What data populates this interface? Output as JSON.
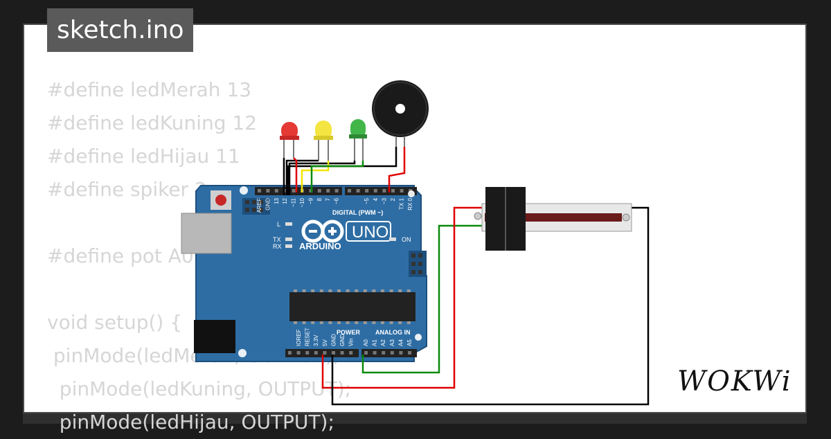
{
  "title": "sketch.ino",
  "code_lines": [
    "#define ledMerah 13",
    "#define ledKuning 12",
    "#define ledHijau 11",
    "#define spiker 2",
    "",
    "#define pot A0",
    "",
    "void setup() {",
    " pinMode(ledMerah, OUTPUT);",
    "  pinMode(ledKuning, OUTPUT);",
    "  pinMode(ledHijau, OUTPUT);"
  ],
  "board": {
    "brand": "ARDUINO",
    "model": "UNO",
    "digital_label": "DIGITAL (PWM ~)",
    "power_label": "POWER",
    "analog_label": "ANALOG IN",
    "on_label": "ON",
    "l_label": "L",
    "tx_label": "TX",
    "rx_label": "RX",
    "digital_pins": [
      "AREF",
      "GND",
      "13",
      "12",
      "~11",
      "~10",
      "~9",
      "8",
      "7",
      "~6",
      "~5",
      "4",
      "~3",
      "2",
      "TX 1",
      "RX 0"
    ],
    "power_pins": [
      "IOREF",
      "RESET",
      "3.3V",
      "5V",
      "GND",
      "GND",
      "Vin"
    ],
    "analog_pins": [
      "A0",
      "A1",
      "A2",
      "A3",
      "A4",
      "A5"
    ]
  },
  "components": {
    "leds": [
      {
        "name": "red",
        "color": "#e53935"
      },
      {
        "name": "yellow",
        "color": "#f4e542"
      },
      {
        "name": "green",
        "color": "#43b649"
      }
    ],
    "buzzer": "buzzer",
    "potentiometer": "slide-potentiometer"
  },
  "colors": {
    "board": "#2e6da4",
    "wire_black": "#000000",
    "wire_red": "#e00000",
    "wire_green": "#0a8a0a",
    "wire_yellow": "#f2e600",
    "background": "#1c1c1c"
  },
  "logo": "WOKWi"
}
